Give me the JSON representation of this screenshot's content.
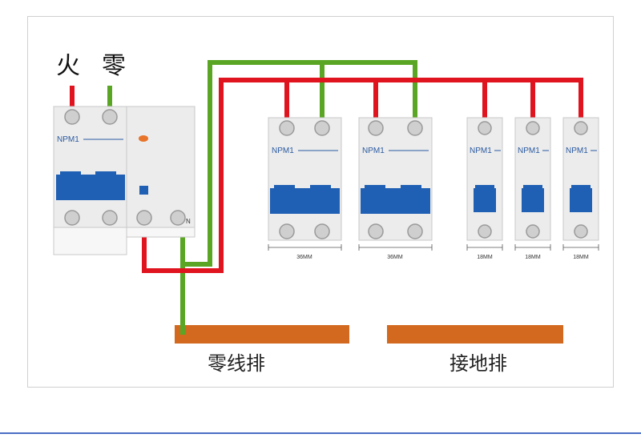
{
  "labels": {
    "live": "火",
    "neutral": "零",
    "neutral_bar": "零线排",
    "earth_bar": "接地排"
  },
  "breakers": {
    "main_label": "NPM1",
    "rcd_terminal": "N",
    "two_pole": [
      {
        "label": "NPM1",
        "width_label": "36MM"
      },
      {
        "label": "NPM1",
        "width_label": "36MM"
      }
    ],
    "one_pole": [
      {
        "label": "NPM1",
        "width_label": "18MM"
      },
      {
        "label": "NPM1",
        "width_label": "18MM"
      },
      {
        "label": "NPM1",
        "width_label": "18MM"
      }
    ]
  },
  "colors": {
    "live_wire": "#e0141e",
    "neutral_wire": "#5aa624",
    "breaker_body": "#ececec",
    "toggle_blue": "#1f5fb4",
    "bus_bar": "#d2691e",
    "rcd_led": "#e8742a"
  }
}
